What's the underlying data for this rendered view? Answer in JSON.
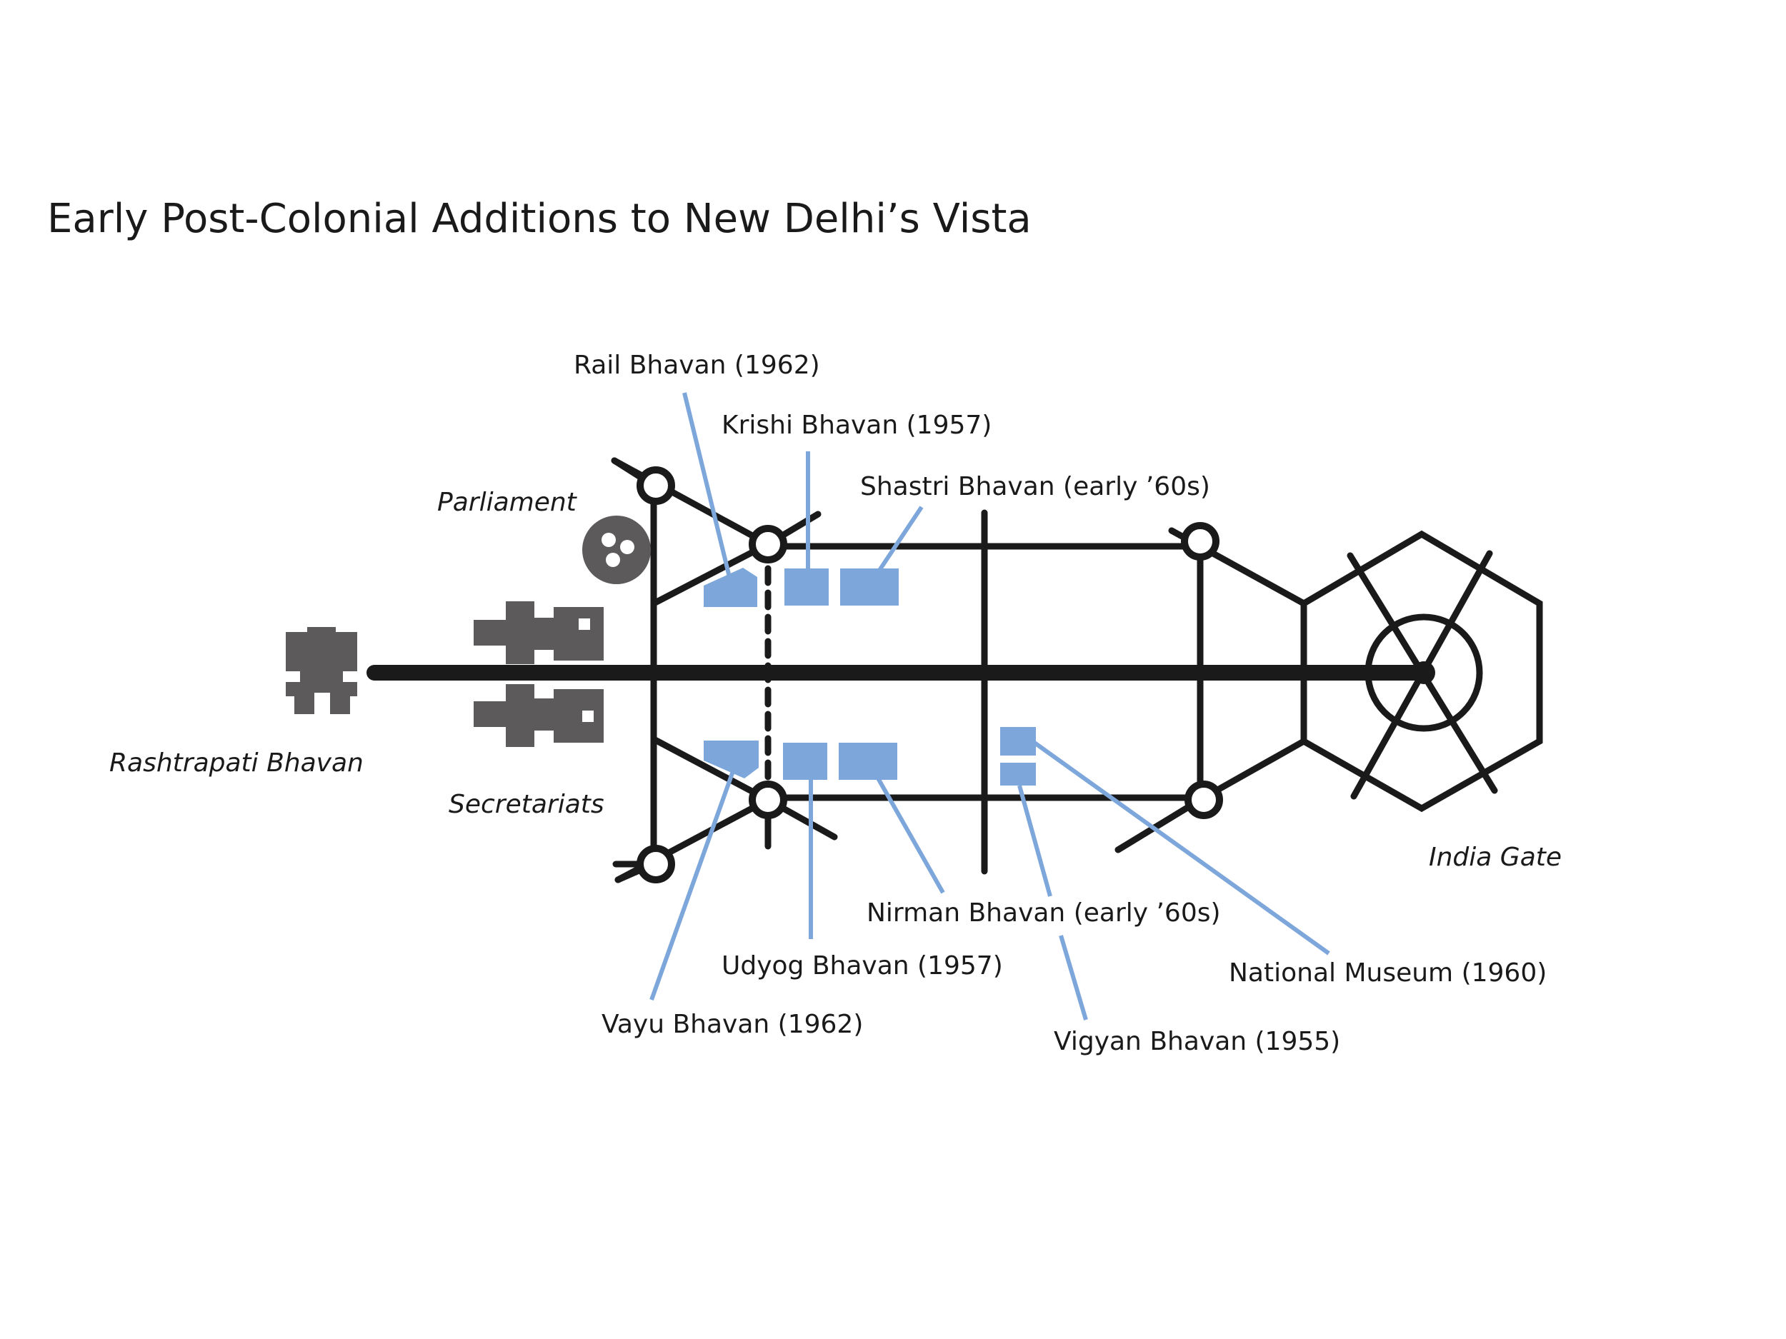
{
  "title": "Early Post-Colonial Additions to New Delhi’s Vista",
  "colors": {
    "roads": "#1a1a1a",
    "new_buildings": "#7da6db",
    "existing_buildings": "#5c5a5a"
  },
  "landmarks": {
    "parliament": "Parliament",
    "rashtrapati": "Rashtrapati Bhavan",
    "secretariats": "Secretariats",
    "india_gate": "India Gate"
  },
  "additions": {
    "rail": "Rail Bhavan (1962)",
    "krishi": "Krishi Bhavan (1957)",
    "shastri": "Shastri Bhavan (early ’60s)",
    "nirman": "Nirman Bhavan (early ’60s)",
    "udyog": "Udyog Bhavan (1957)",
    "vayu": "Vayu Bhavan (1962)",
    "museum": "National Museum (1960)",
    "vigyan": "Vigyan Bhavan (1955)"
  }
}
